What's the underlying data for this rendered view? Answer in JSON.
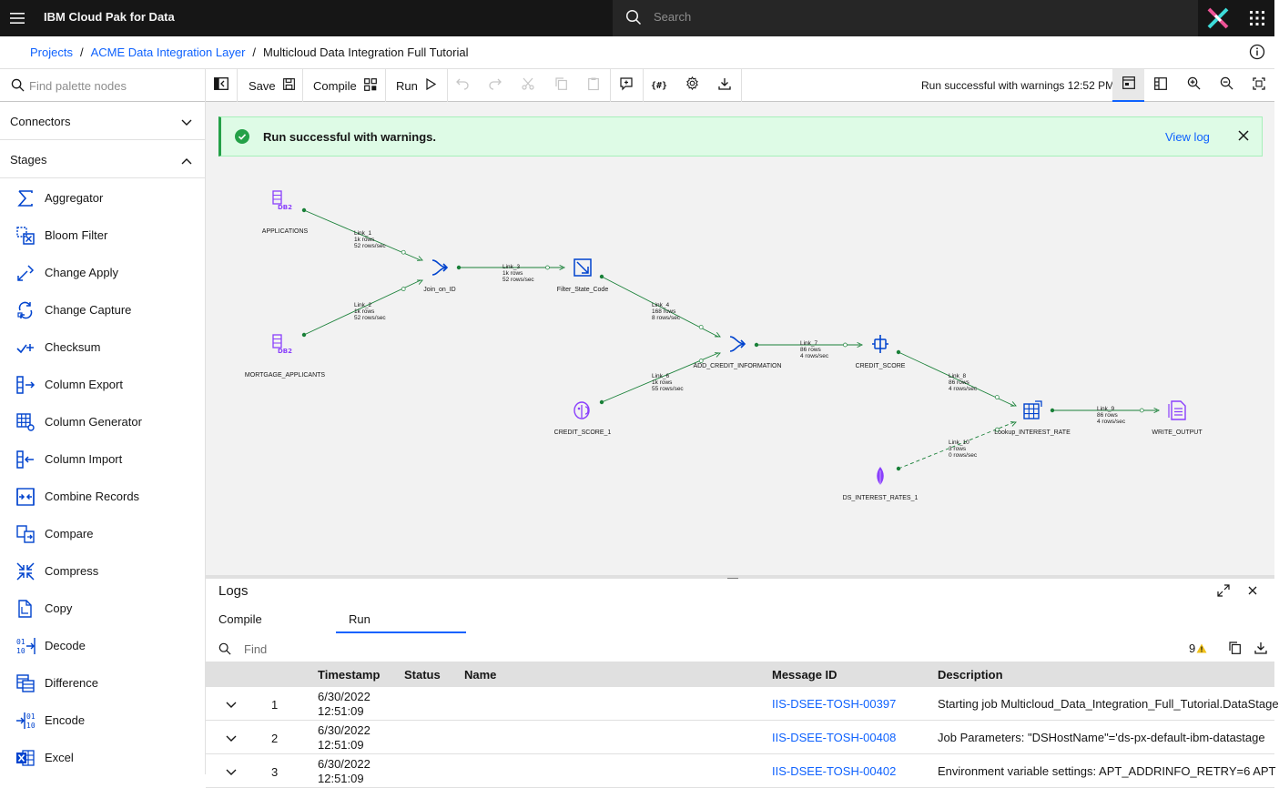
{
  "header": {
    "brand_bold": "IBM Cloud Pak for Data",
    "search_placeholder": "Search"
  },
  "breadcrumb": {
    "items": [
      "Projects",
      "ACME Data Integration Layer"
    ],
    "current": "Multicloud Data Integration Full Tutorial",
    "separator": "/"
  },
  "toolbar": {
    "palette_placeholder": "Find palette nodes",
    "save_label": "Save",
    "compile_label": "Compile",
    "run_label": "Run",
    "run_status": "Run successful with warnings 12:52 PM"
  },
  "sidebar": {
    "connectors_label": "Connectors",
    "stages_label": "Stages",
    "stages": [
      {
        "label": "Aggregator",
        "icon": "aggregator-icon"
      },
      {
        "label": "Bloom Filter",
        "icon": "bloom-filter-icon"
      },
      {
        "label": "Change Apply",
        "icon": "change-apply-icon"
      },
      {
        "label": "Change Capture",
        "icon": "change-capture-icon"
      },
      {
        "label": "Checksum",
        "icon": "checksum-icon"
      },
      {
        "label": "Column Export",
        "icon": "column-export-icon"
      },
      {
        "label": "Column Generator",
        "icon": "column-generator-icon"
      },
      {
        "label": "Column Import",
        "icon": "column-import-icon"
      },
      {
        "label": "Combine Records",
        "icon": "combine-records-icon"
      },
      {
        "label": "Compare",
        "icon": "compare-icon"
      },
      {
        "label": "Compress",
        "icon": "compress-icon"
      },
      {
        "label": "Copy",
        "icon": "copy-icon"
      },
      {
        "label": "Decode",
        "icon": "decode-icon"
      },
      {
        "label": "Difference",
        "icon": "difference-icon"
      },
      {
        "label": "Encode",
        "icon": "encode-icon"
      },
      {
        "label": "Excel",
        "icon": "excel-icon"
      }
    ]
  },
  "notification": {
    "message": "Run successful with warnings.",
    "action": "View log"
  },
  "flow": {
    "nodes": [
      {
        "id": "applications",
        "label": "APPLICATIONS",
        "icon": "db2-icon"
      },
      {
        "id": "mortgage",
        "label": "MORTGAGE_APPLICANTS",
        "icon": "db2-icon"
      },
      {
        "id": "join",
        "label": "Join_on_ID",
        "icon": "join-icon"
      },
      {
        "id": "filter",
        "label": "Filter_State_Code",
        "icon": "filter-icon"
      },
      {
        "id": "credit_score_1",
        "label": "CREDIT_SCORE_1",
        "icon": "postgresql-icon"
      },
      {
        "id": "add_credit",
        "label": "ADD_CREDIT_INFORMATION",
        "icon": "join-icon"
      },
      {
        "id": "credit_score",
        "label": "CREDIT_SCORE",
        "icon": "transformer-icon"
      },
      {
        "id": "ds_rates",
        "label": "DS_INTEREST_RATES_1",
        "icon": "mongodb-icon"
      },
      {
        "id": "lookup",
        "label": "Lookup_INTEREST_RATE",
        "icon": "lookup-icon"
      },
      {
        "id": "write",
        "label": "WRITE_OUTPUT",
        "icon": "sequential-file-icon"
      }
    ],
    "links": [
      {
        "name": "Link_1",
        "rows": "1k rows",
        "rate": "52 rows/sec"
      },
      {
        "name": "Link_2",
        "rows": "1k rows",
        "rate": "52 rows/sec"
      },
      {
        "name": "Link_3",
        "rows": "1k rows",
        "rate": "52 rows/sec"
      },
      {
        "name": "Link_4",
        "rows": "168 rows",
        "rate": "8 rows/sec"
      },
      {
        "name": "Link_6",
        "rows": "1k rows",
        "rate": "55 rows/sec"
      },
      {
        "name": "Link_7",
        "rows": "86 rows",
        "rate": "4 rows/sec"
      },
      {
        "name": "Link_8",
        "rows": "86 rows",
        "rate": "4 rows/sec"
      },
      {
        "name": "Link_9",
        "rows": "86 rows",
        "rate": "4 rows/sec"
      },
      {
        "name": "Link_10",
        "rows": "3 rows",
        "rate": "0 rows/sec"
      }
    ]
  },
  "logs": {
    "title": "Logs",
    "tabs": [
      "Compile",
      "Run"
    ],
    "find_placeholder": "Find",
    "warning_count": "9",
    "columns": [
      "Timestamp",
      "Status",
      "Name",
      "Message ID",
      "Description"
    ],
    "rows": [
      {
        "num": "1",
        "date": "6/30/2022",
        "time": "12:51:09",
        "message_id": "IIS-DSEE-TOSH-00397",
        "description": "Starting job Multicloud_Data_Integration_Full_Tutorial.DataStage"
      },
      {
        "num": "2",
        "date": "6/30/2022",
        "time": "12:51:09",
        "message_id": "IIS-DSEE-TOSH-00408",
        "description": "Job Parameters: \"DSHostName\"='ds-px-default-ibm-datastage"
      },
      {
        "num": "3",
        "date": "6/30/2022",
        "time": "12:51:09",
        "message_id": "IIS-DSEE-TOSH-00402",
        "description": "Environment variable settings: APT_ADDRINFO_RETRY=6 APT"
      }
    ]
  },
  "colors": {
    "brand_blue": "#0f62fe",
    "success_green": "#24a148",
    "stage_blue": "#0043ce",
    "db_purple": "#8a3ffc"
  }
}
